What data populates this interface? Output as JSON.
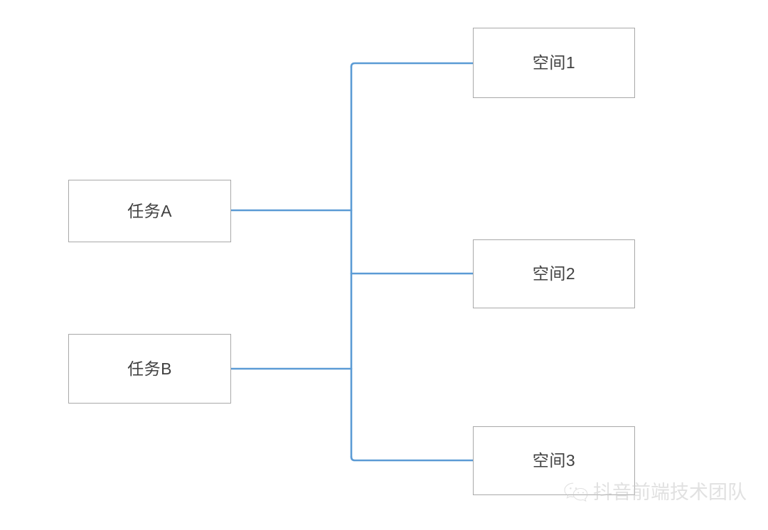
{
  "diagram": {
    "type": "tree-mapping-diagram",
    "background_color": "#ffffff",
    "connector_color": "#5b9bd5",
    "node_border_color": "#a8a8a8",
    "node_text_color": "#404040",
    "left_nodes": [
      {
        "id": "task-a",
        "label": "任务A"
      },
      {
        "id": "task-b",
        "label": "任务B"
      }
    ],
    "right_nodes": [
      {
        "id": "space-1",
        "label": "空间1"
      },
      {
        "id": "space-2",
        "label": "空间2"
      },
      {
        "id": "space-3",
        "label": "空间3"
      }
    ],
    "edges": [
      {
        "from": "task-a",
        "to": "space-1"
      },
      {
        "from": "task-a",
        "to": "space-2"
      },
      {
        "from": "task-a",
        "to": "space-3"
      },
      {
        "from": "task-b",
        "to": "space-1"
      },
      {
        "from": "task-b",
        "to": "space-2"
      },
      {
        "from": "task-b",
        "to": "space-3"
      }
    ]
  },
  "watermark": {
    "icon": "wechat-icon",
    "text": "抖音前端技术团队",
    "color": "#c9c9c9"
  }
}
